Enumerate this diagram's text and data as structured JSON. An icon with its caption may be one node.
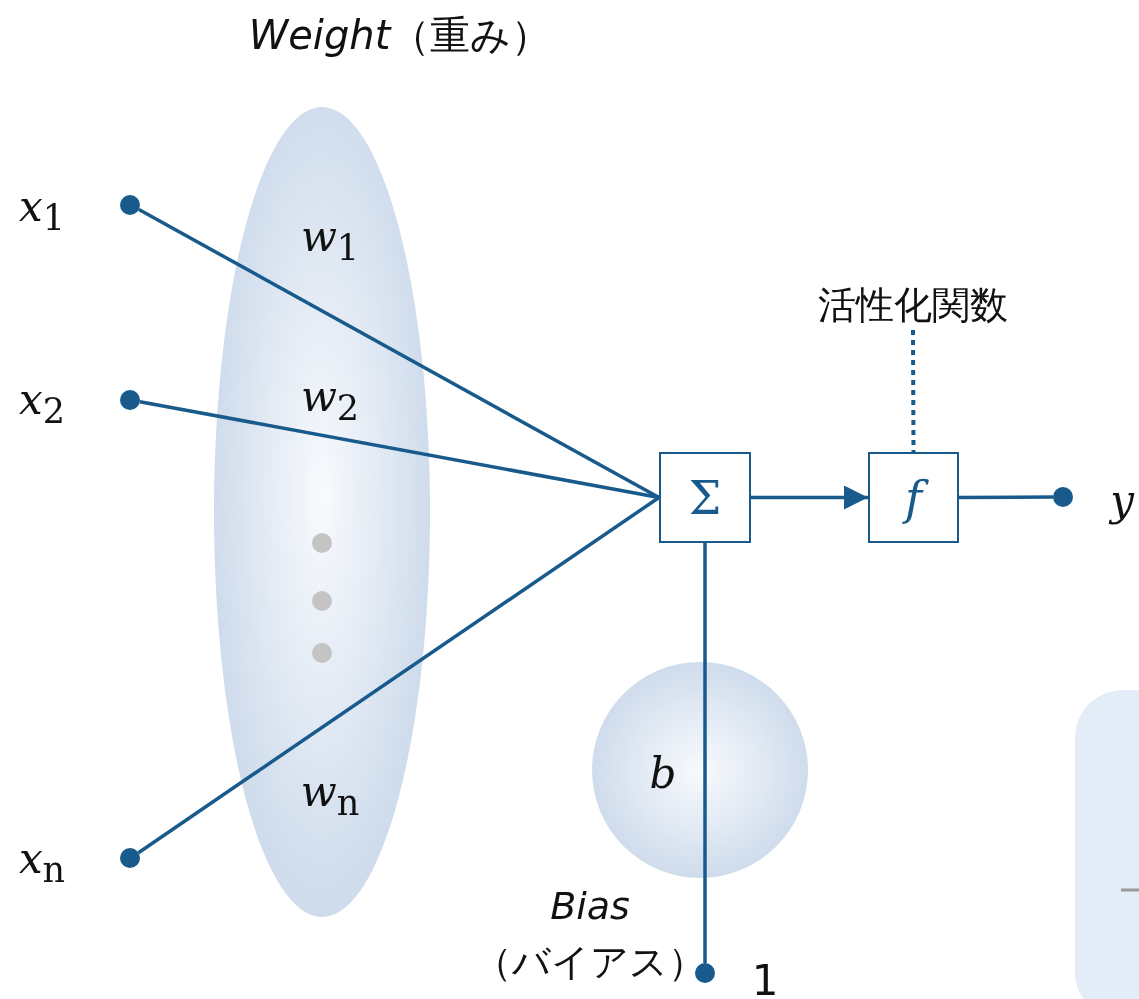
{
  "diagram": {
    "nodes": [
      {
        "text": [],
        "shape": "circle",
        "beside": [
          "*x*$_{1}$"
        ]
      },
      {
        "text": [],
        "shape": "circle",
        "beside": [
          "*x*$_{2}$"
        ]
      },
      {
        "text": [],
        "shape": "circle",
        "beside": [
          "*x*$_{n}$"
        ]
      },
      {
        "text": [
          "Σ"
        ]
      },
      {
        "text": [
          "f"
        ]
      },
      {
        "text": [],
        "shape": "circle",
        "beside": [
          "y"
        ]
      },
      {
        "text": [],
        "shape": "circle",
        "beside": [
          "1"
        ]
      },
      {
        "text": [
          "活性化関数"
        ]
      }
    ],
    "edges": [
      {
        "from": 0,
        "to": 3,
        "arrow": "none"
      },
      {
        "from": 1,
        "to": 3,
        "arrow": "none"
      },
      {
        "from": 2,
        "to": 3,
        "arrow": "none"
      },
      {
        "from": 3,
        "to": 4,
        "arrow": "to"
      },
      {
        "from": 4,
        "to": 5,
        "arrow": "none"
      },
      {
        "from": 6,
        "to": 3,
        "arrow": "none"
      },
      {
        "from": 7,
        "to": 4,
        "arrow": "none",
        "style": "dashed"
      }
    ],
    "labels": [
      "*Weight*（重み）",
      "*w*$_{1}$",
      "*w*$_{2}$",
      "*w*$_{n}$",
      "b",
      "*Bias* （バイアス）"
    ]
  }
}
